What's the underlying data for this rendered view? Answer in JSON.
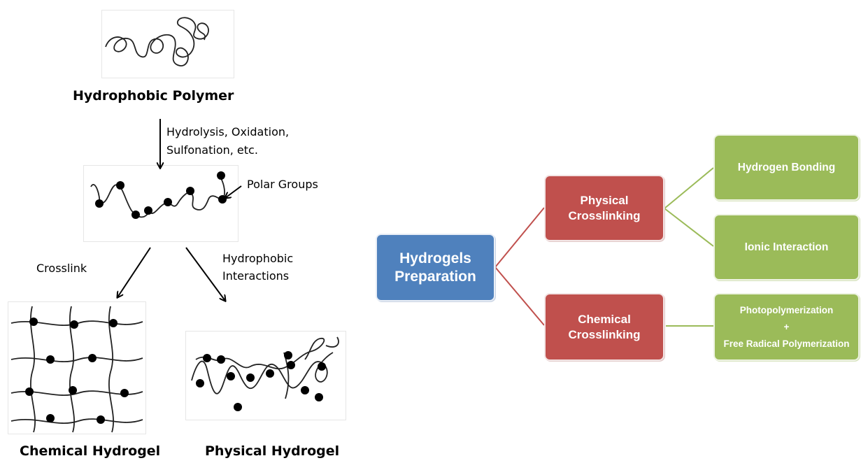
{
  "left_diagram": {
    "hydrophobic_polymer": "Hydrophobic Polymer",
    "reaction_line1": "Hydrolysis, Oxidation,",
    "reaction_line2": "Sulfonation, etc.",
    "polar_groups": "Polar Groups",
    "crosslink": "Crosslink",
    "hydrophobic_line1": "Hydrophobic",
    "hydrophobic_line2": "Interactions",
    "chemical_hydrogel": "Chemical Hydrogel",
    "physical_hydrogel": "Physical Hydrogel"
  },
  "right_diagram": {
    "root_line1": "Hydrogels",
    "root_line2": "Preparation",
    "physical_line1": "Physical",
    "physical_line2": "Crosslinking",
    "chemical_line1": "Chemical",
    "chemical_line2": "Crosslinking",
    "hydrogen_bonding": "Hydrogen Bonding",
    "ionic_interaction": "Ionic Interaction",
    "photo_line1": "Photopolymerization",
    "photo_plus": "+",
    "photo_line2": "Free Radical Polymerization",
    "colors": {
      "root": "#4f81bd",
      "mid": "#c0504d",
      "leaf": "#9bbb59",
      "root_connector": "#c0504d",
      "leaf_connector": "#9bbb59"
    }
  }
}
